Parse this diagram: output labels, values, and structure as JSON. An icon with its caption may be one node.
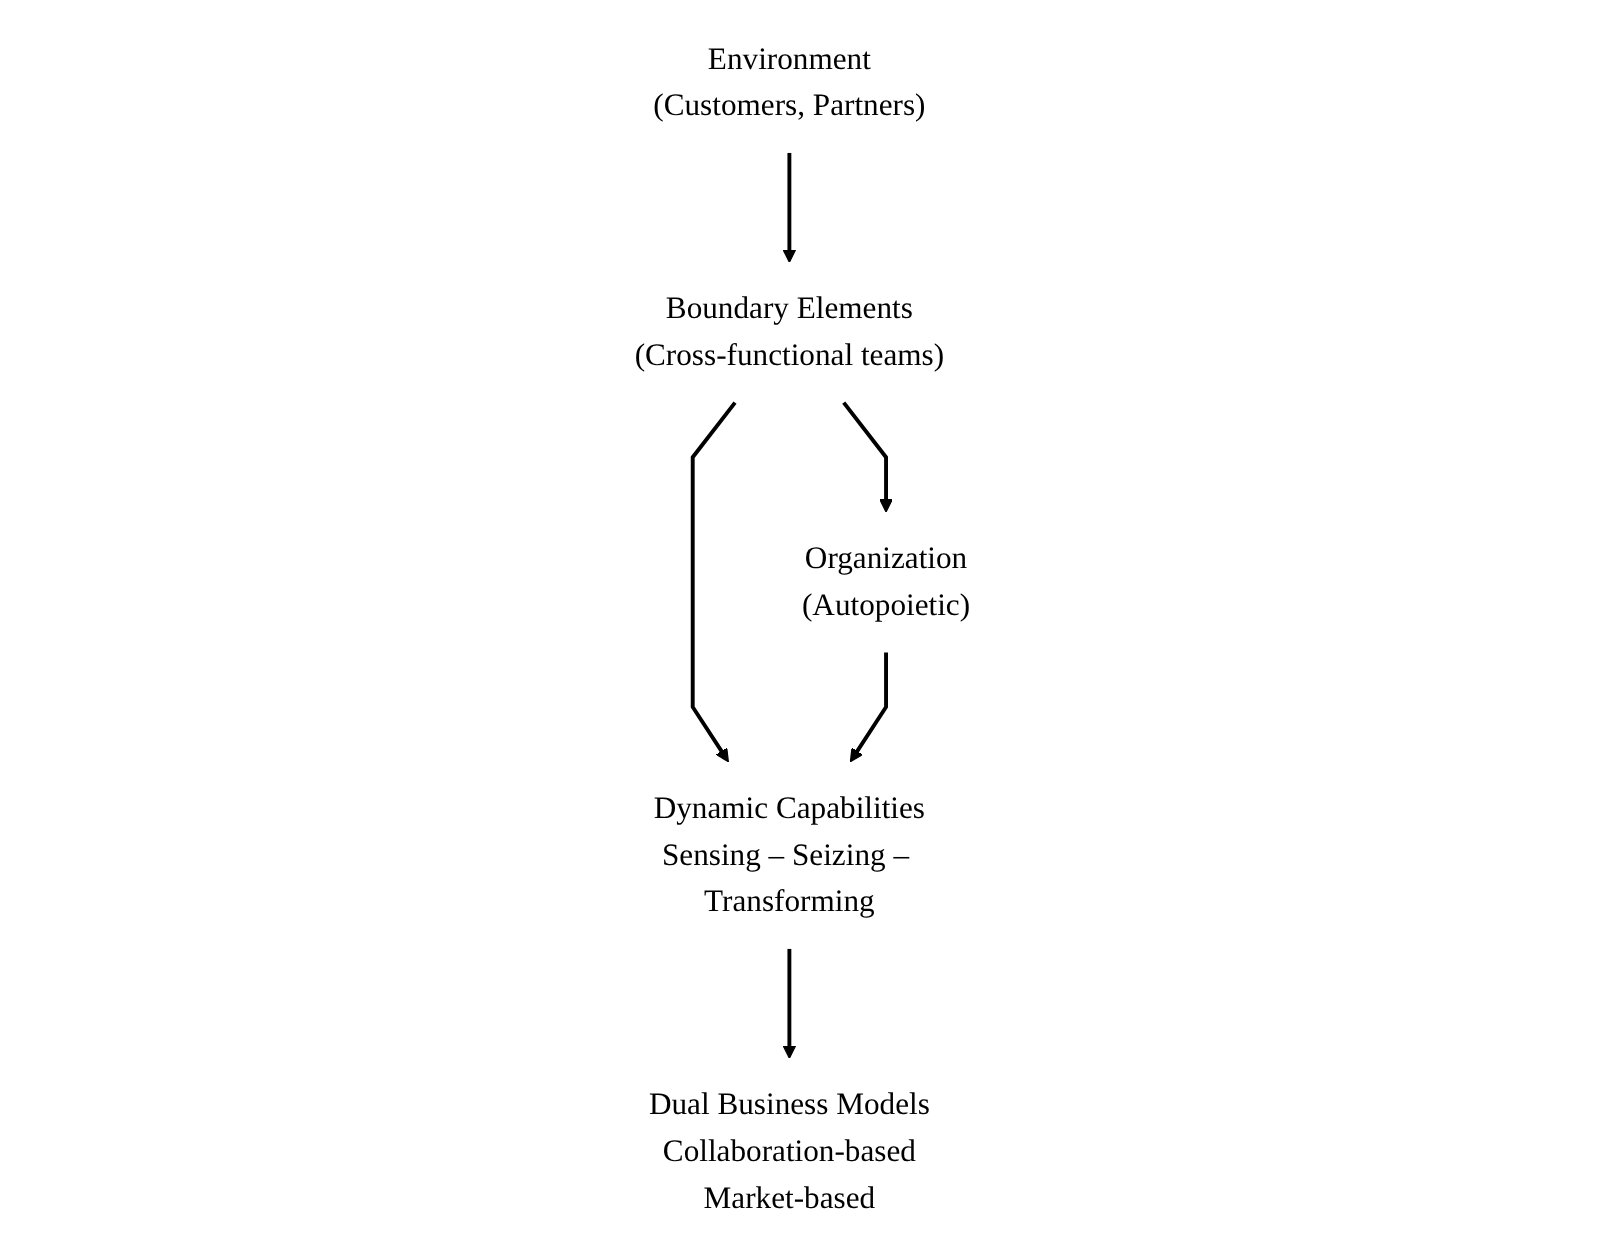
{
  "diagram": {
    "nodes": [
      {
        "text": [
          "Environment",
          "(Customers, Partners)"
        ]
      },
      {
        "text": [
          "Boundary Elements",
          "(Cross-functional teams)"
        ]
      },
      {
        "text": [
          "Organization",
          "(Autopoietic)"
        ]
      },
      {
        "text": [
          "Dynamic Capabilities",
          "Sensing – Seizing – Transforming"
        ]
      },
      {
        "text": [
          "Dual Business Models",
          "Collaboration-based",
          "Market-based"
        ]
      }
    ],
    "edges": [
      {
        "from": 0,
        "to": 1,
        "arrow": "to"
      },
      {
        "from": 1,
        "to": 2,
        "arrow": "to"
      },
      {
        "from": 1,
        "to": 3,
        "arrow": "to"
      },
      {
        "from": 2,
        "to": 3,
        "arrow": "to"
      },
      {
        "from": 3,
        "to": 4,
        "arrow": "to"
      }
    ]
  }
}
